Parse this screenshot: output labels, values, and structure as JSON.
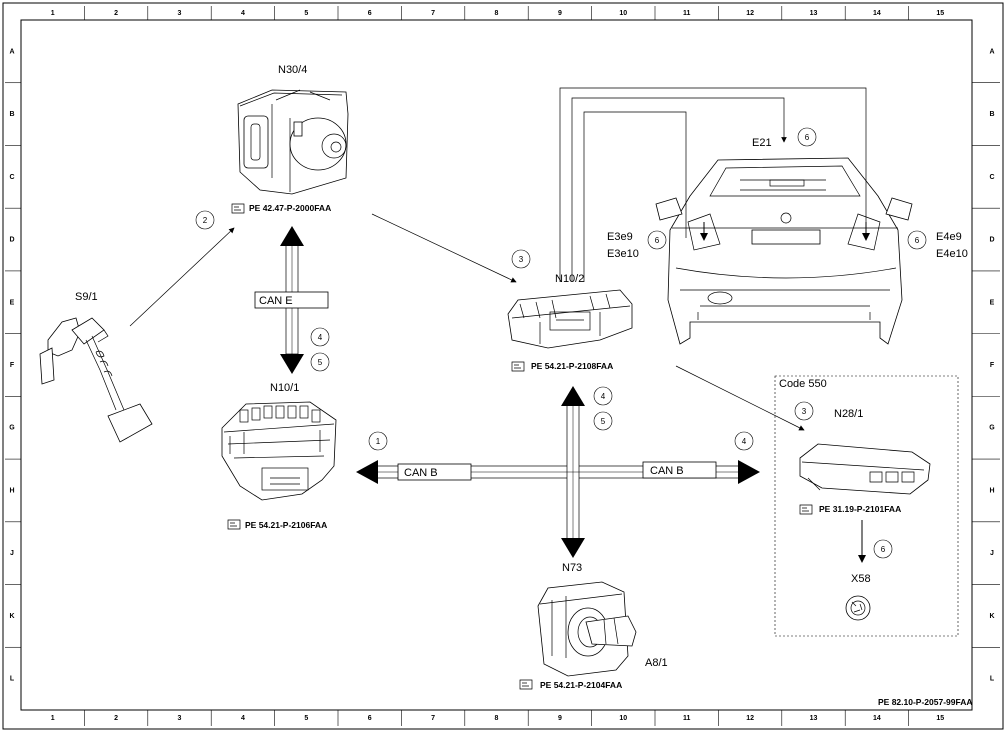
{
  "grid": {
    "columns": [
      "1",
      "2",
      "3",
      "4",
      "5",
      "6",
      "7",
      "8",
      "9",
      "10",
      "11",
      "12",
      "13",
      "14",
      "15"
    ],
    "rows": [
      "A",
      "B",
      "C",
      "D",
      "E",
      "F",
      "G",
      "H",
      "J",
      "K",
      "L"
    ]
  },
  "components": {
    "n30_4": "N30/4",
    "s9_1": "S9/1",
    "n10_1": "N10/1",
    "n10_2": "N10/2",
    "n73": "N73",
    "a8_1": "A8/1",
    "e21": "E21",
    "e3e9": "E3e9",
    "e3e10": "E3e10",
    "e4e9": "E4e9",
    "e4e10": "E4e10",
    "n28_1": "N28/1",
    "x58": "X58",
    "code550": "Code 550"
  },
  "bus": {
    "can_e": "CAN E",
    "can_b_left": "CAN B",
    "can_b_right": "CAN B"
  },
  "refs": {
    "n30_4": "PE 42.47-P-2000FAA",
    "n10_1": "PE 54.21-P-2106FAA",
    "n10_2": "PE 54.21-P-2108FAA",
    "n73": "PE 54.21-P-2104FAA",
    "n28_1": "PE 31.19-P-2101FAA",
    "page": "PE 82.10-P-2057-99FAA"
  },
  "steps": {
    "s1": "1",
    "s2": "2",
    "s3a": "3",
    "s3b": "3",
    "s4a": "4",
    "s4b": "4",
    "s4c": "4",
    "s5a": "5",
    "s5b": "5",
    "s6a": "6",
    "s6b": "6",
    "s6c": "6",
    "s6d": "6"
  }
}
